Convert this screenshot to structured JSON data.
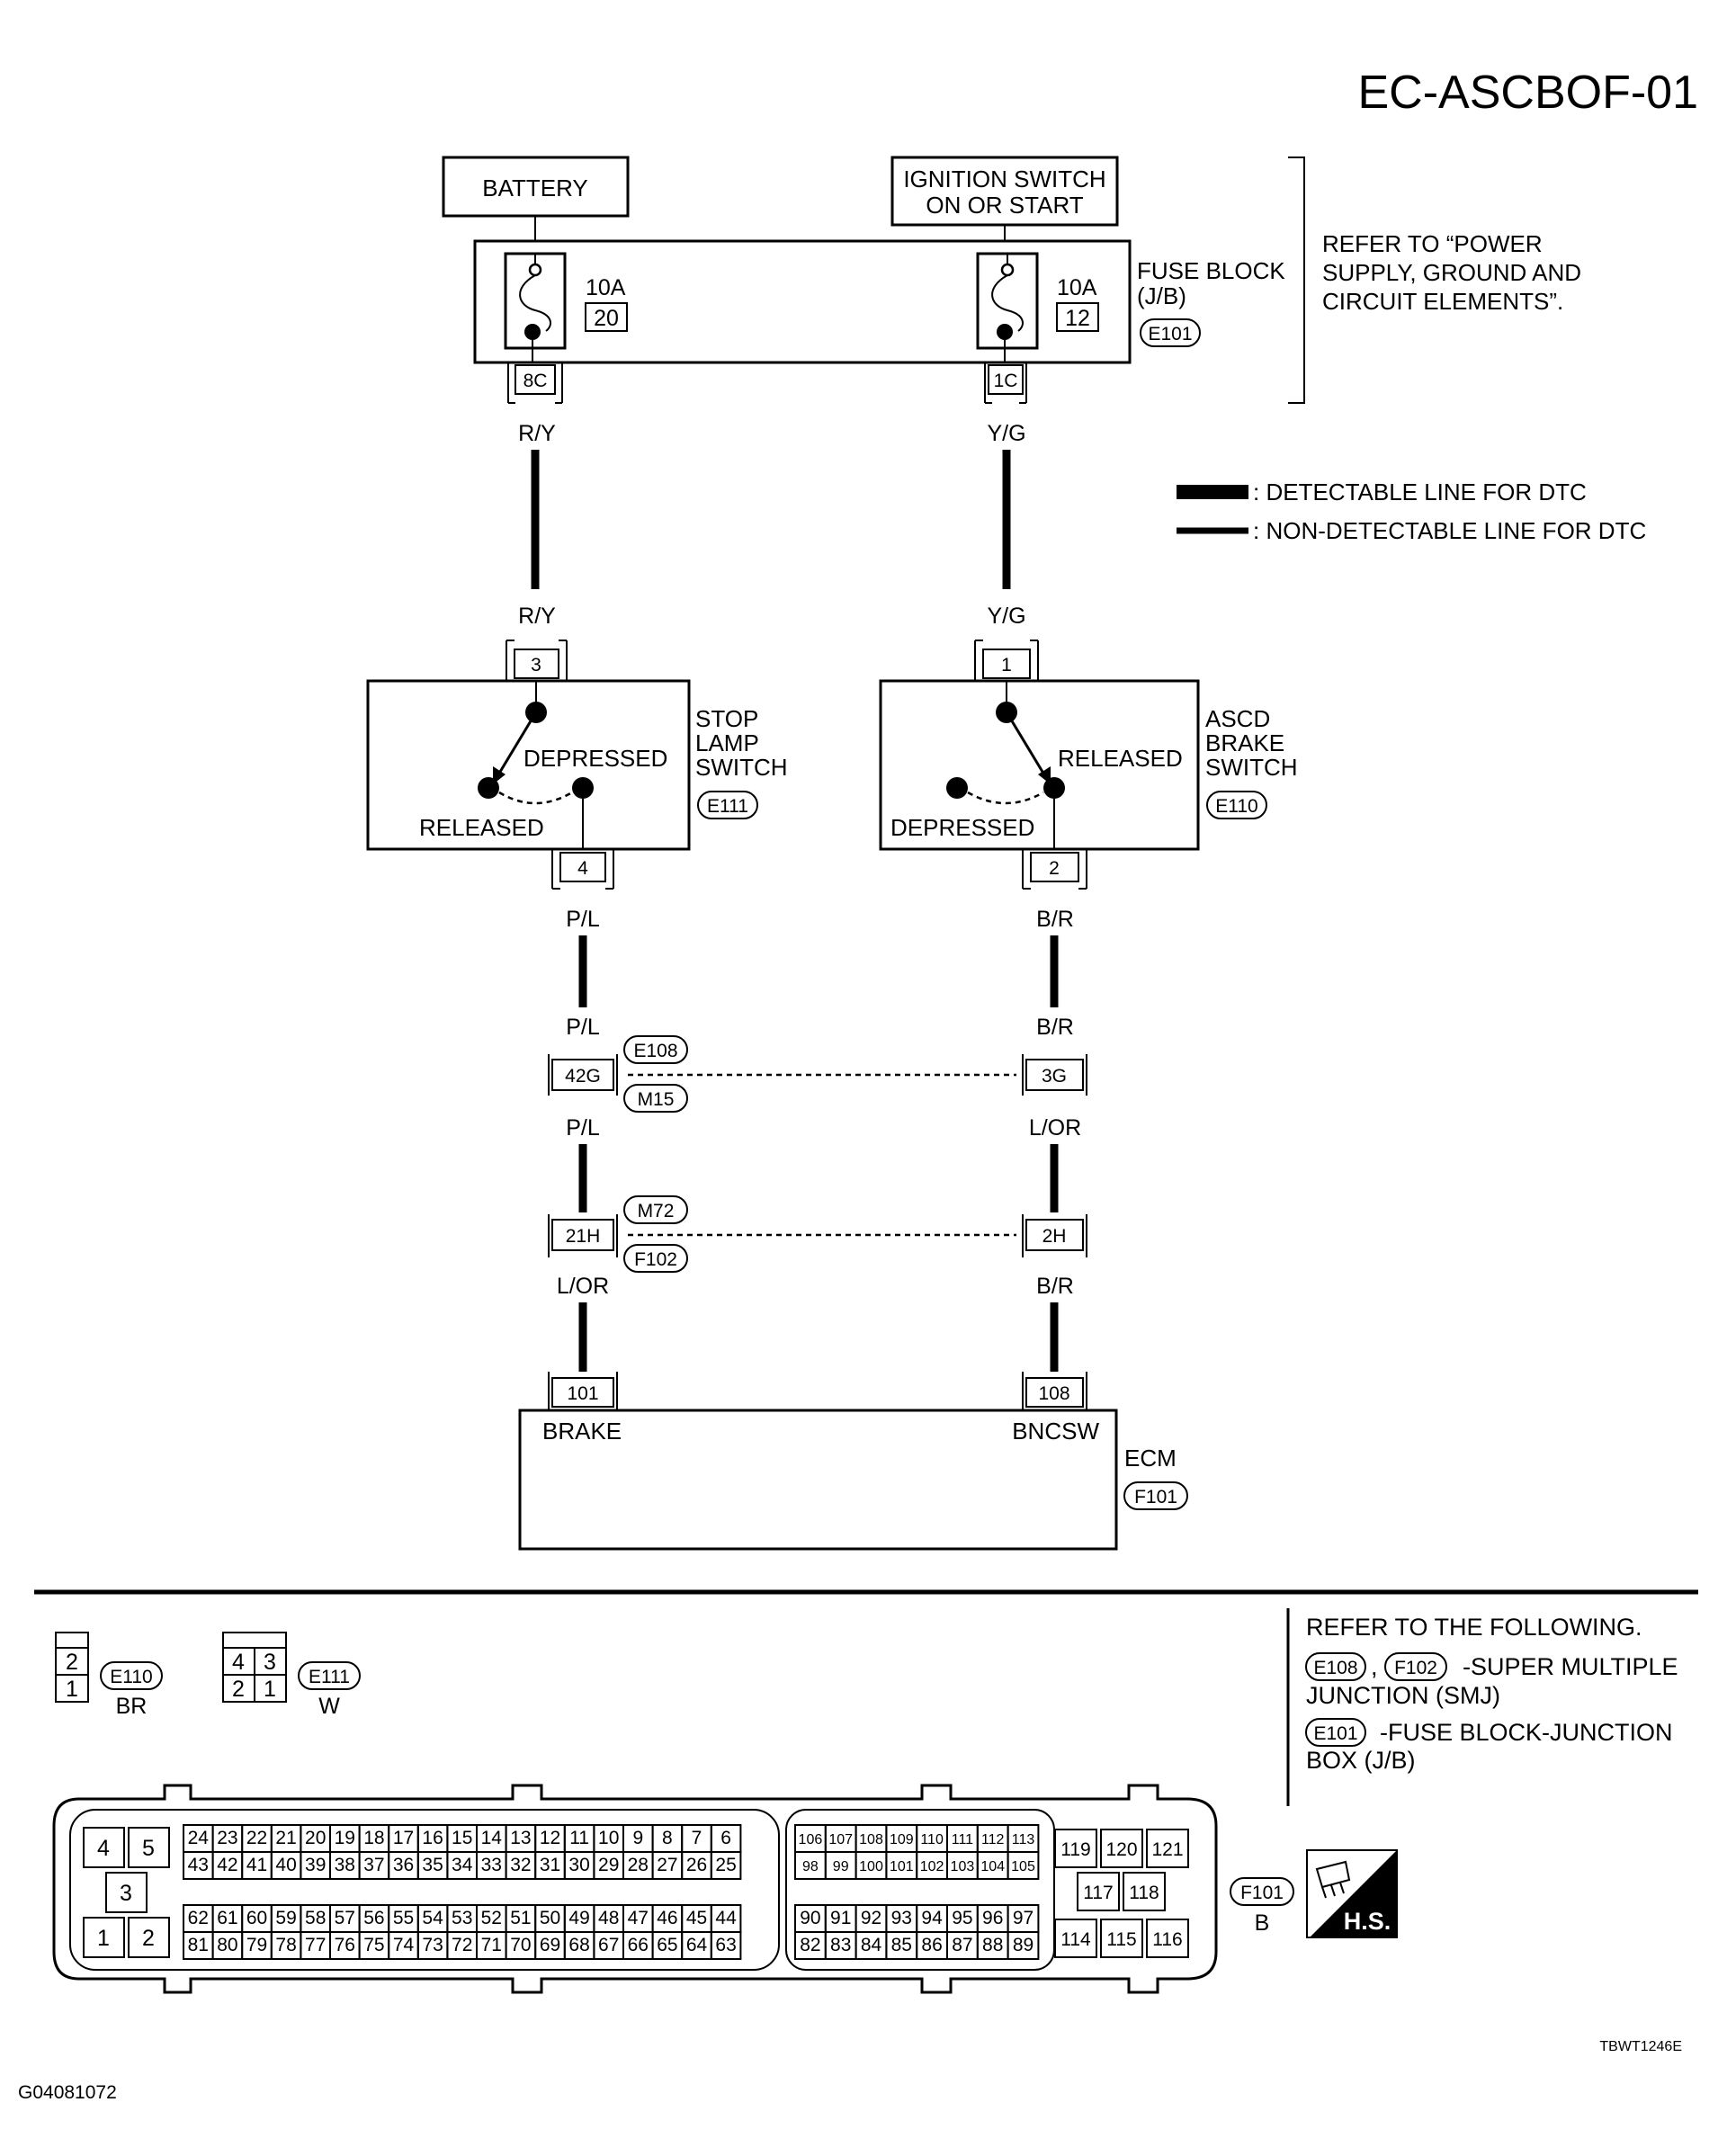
{
  "title": "EC-ASCBOF-01",
  "figure_id": "G04081072",
  "drawing_code": "TBWT1246E",
  "power": {
    "battery": "BATTERY",
    "ignition_l1": "IGNITION SWITCH",
    "ignition_l2": "ON OR START"
  },
  "fuse_block": {
    "label_l1": "FUSE BLOCK",
    "label_l2": "(J/B)",
    "connector": "E101",
    "fuse_left": {
      "amp": "10A",
      "num": "20",
      "terminal": "8C"
    },
    "fuse_right": {
      "amp": "10A",
      "num": "12",
      "terminal": "1C"
    }
  },
  "refer_power": {
    "l1": "REFER TO “POWER",
    "l2": "SUPPLY, GROUND AND",
    "l3": "CIRCUIT ELEMENTS”."
  },
  "legend": {
    "detectable": ": DETECTABLE LINE FOR DTC",
    "non_detectable": ": NON-DETECTABLE LINE FOR DTC"
  },
  "wires": {
    "ry": "R/Y",
    "yg": "Y/G",
    "pl": "P/L",
    "br": "B/R",
    "lor": "L/OR"
  },
  "stop_lamp_switch": {
    "label_l1": "STOP",
    "label_l2": "LAMP",
    "label_l3": "SWITCH",
    "connector": "E111",
    "pin_in": "3",
    "pin_out": "4",
    "state_depressed": "DEPRESSED",
    "state_released": "RELEASED"
  },
  "ascd_brake_switch": {
    "label_l1": "ASCD",
    "label_l2": "BRAKE",
    "label_l3": "SWITCH",
    "connector": "E110",
    "pin_in": "1",
    "pin_out": "2",
    "state_released": "RELEASED",
    "state_depressed": "DEPRESSED"
  },
  "joints": {
    "j1_left": "42G",
    "j1_right": "3G",
    "j1_top": "E108",
    "j1_bottom": "M15",
    "j2_left": "21H",
    "j2_right": "2H",
    "j2_top": "M72",
    "j2_bottom": "F102"
  },
  "ecm": {
    "label": "ECM",
    "connector": "F101",
    "pin_left": "101",
    "pin_right": "108",
    "term_left": "BRAKE",
    "term_right": "BNCSW"
  },
  "connector_views": {
    "e110": {
      "id": "E110",
      "color": "BR",
      "pins": [
        "2",
        "1"
      ]
    },
    "e111": {
      "id": "E111",
      "color": "W",
      "pins": [
        "4",
        "3",
        "2",
        "1"
      ]
    },
    "f101": {
      "id": "F101",
      "color": "B",
      "hs": "H.S."
    }
  },
  "ecm_pins": {
    "big": [
      "4",
      "5",
      "3",
      "1",
      "2"
    ],
    "row1": [
      "24",
      "23",
      "22",
      "21",
      "20",
      "19",
      "18",
      "17",
      "16",
      "15",
      "14",
      "13",
      "12",
      "11",
      "10",
      "9",
      "8",
      "7",
      "6"
    ],
    "row2": [
      "43",
      "42",
      "41",
      "40",
      "39",
      "38",
      "37",
      "36",
      "35",
      "34",
      "33",
      "32",
      "31",
      "30",
      "29",
      "28",
      "27",
      "26",
      "25"
    ],
    "row3": [
      "62",
      "61",
      "60",
      "59",
      "58",
      "57",
      "56",
      "55",
      "54",
      "53",
      "52",
      "51",
      "50",
      "49",
      "48",
      "47",
      "46",
      "45",
      "44"
    ],
    "row4": [
      "81",
      "80",
      "79",
      "78",
      "77",
      "76",
      "75",
      "74",
      "73",
      "72",
      "71",
      "70",
      "69",
      "68",
      "67",
      "66",
      "65",
      "64",
      "63"
    ],
    "mid_row1": [
      "106",
      "107",
      "108",
      "109",
      "110",
      "111",
      "112",
      "113"
    ],
    "mid_row2": [
      "98",
      "99",
      "100",
      "101",
      "102",
      "103",
      "104",
      "105"
    ],
    "mid_row3": [
      "90",
      "91",
      "92",
      "93",
      "94",
      "95",
      "96",
      "97"
    ],
    "mid_row4": [
      "82",
      "83",
      "84",
      "85",
      "86",
      "87",
      "88",
      "89"
    ],
    "right_top": [
      "119",
      "120",
      "121"
    ],
    "right_mid": [
      "117",
      "118"
    ],
    "right_bot": [
      "114",
      "115",
      "116"
    ]
  },
  "refer_following": {
    "heading": "REFER TO THE FOLLOWING.",
    "c1": "E108",
    "sep": ",",
    "c2": "F102",
    "d1_l1": "-SUPER MULTIPLE",
    "d1_l2": "JUNCTION (SMJ)",
    "c3": "E101",
    "d2_l1": "-FUSE BLOCK-JUNCTION",
    "d2_l2": "BOX (J/B)"
  }
}
